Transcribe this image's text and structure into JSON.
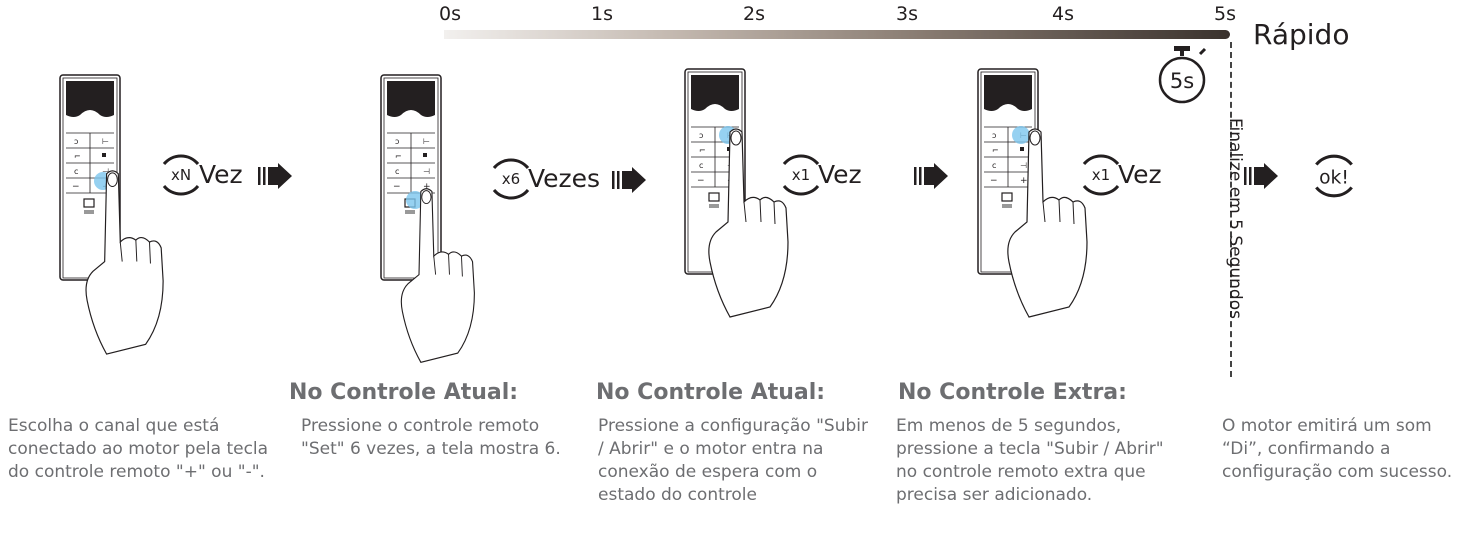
{
  "timeline": {
    "ticks": [
      "0s",
      "1s",
      "2s",
      "3s",
      "4s",
      "5s"
    ],
    "fast_label": "Rápido",
    "timer_label": "5s",
    "finish_text": "Finalize em 5 Segundos"
  },
  "steps": [
    {
      "count_prefix": "xN",
      "count_word": "Vez",
      "title": "",
      "text": "Escolha o canal que está conectado ao motor pela tecla do controle remoto \"+\" ou \"-\"."
    },
    {
      "count_prefix": "x6",
      "count_word": "Vezes",
      "title": "No Controle Atual:",
      "text": "Pressione o controle remoto \"Set\" 6 vezes, a tela mostra 6."
    },
    {
      "count_prefix": "x1",
      "count_word": "Vez",
      "title": "No Controle Atual:",
      "text": "Pressione a configuração \"Subir / Abrir\" e o motor entra na conexão de espera com o estado do controle"
    },
    {
      "count_prefix": "x1",
      "count_word": "Vez",
      "title": "No Controle Extra:",
      "text": "Em menos de 5 segundos, pressione a tecla \"Subir / Abrir\" no controle remoto extra que precisa ser adicionado."
    },
    {
      "count_prefix": "ok!",
      "count_word": "",
      "title": "",
      "text": "O motor emitirá um som “Di”, confirmando a configuração com sucesso."
    }
  ],
  "icons": {
    "arrow": "right-arrow-icon",
    "remote": "remote-control-icon",
    "hand": "pointing-hand-icon",
    "timer": "stopwatch-icon",
    "count": "press-count-circle-icon"
  },
  "colors": {
    "text_dark": "#231f20",
    "text_gray": "#6d6e71",
    "highlight": "#7cc6ee"
  }
}
